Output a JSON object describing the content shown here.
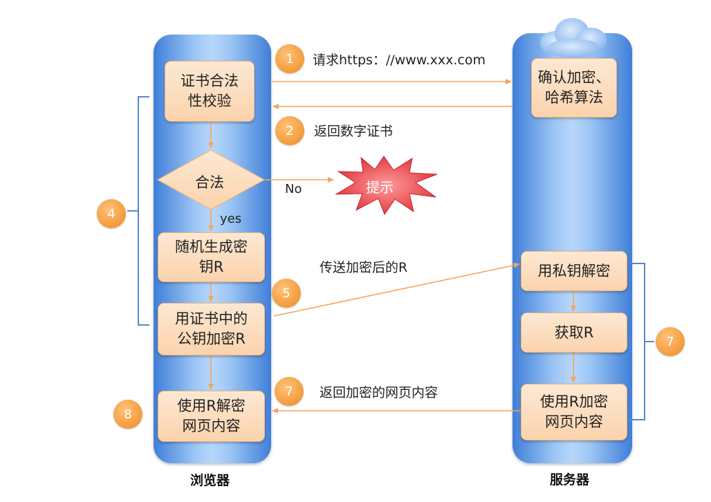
{
  "browser": {
    "label": "浏览器",
    "box_verify": "证书合法\n性校验",
    "decision": "合法",
    "box_generate": "随机生成密\n钥R",
    "box_encrypt": "用证书中的\n公钥加密R",
    "box_decrypt": "使用R解密\n网页内容"
  },
  "server": {
    "label": "服务器",
    "box_confirm": "确认加密、\n哈希算法",
    "box_privkey": "用私钥解密",
    "box_get": "获取R",
    "box_encrypt_page": "使用R加密\n网页内容"
  },
  "alert": "提示",
  "steps": {
    "s1": {
      "num": "1",
      "text": "请求https：//www.xxx.com"
    },
    "s2": {
      "num": "2",
      "text": "返回数字证书"
    },
    "s4": {
      "num": "4"
    },
    "s5": {
      "num": "5",
      "text": "传送加密后的R"
    },
    "s7_left": {
      "num": "7",
      "text": "返回加密的网页内容"
    },
    "s7_right": {
      "num": "7"
    },
    "s8": {
      "num": "8"
    }
  },
  "branch": {
    "no": "No",
    "yes": "yes"
  },
  "colors": {
    "arrow": "#f4a460",
    "bracket": "#5b86c4",
    "lane": "#6ea3ec",
    "box": "#fbd3ad",
    "badge": "#f5a043"
  }
}
